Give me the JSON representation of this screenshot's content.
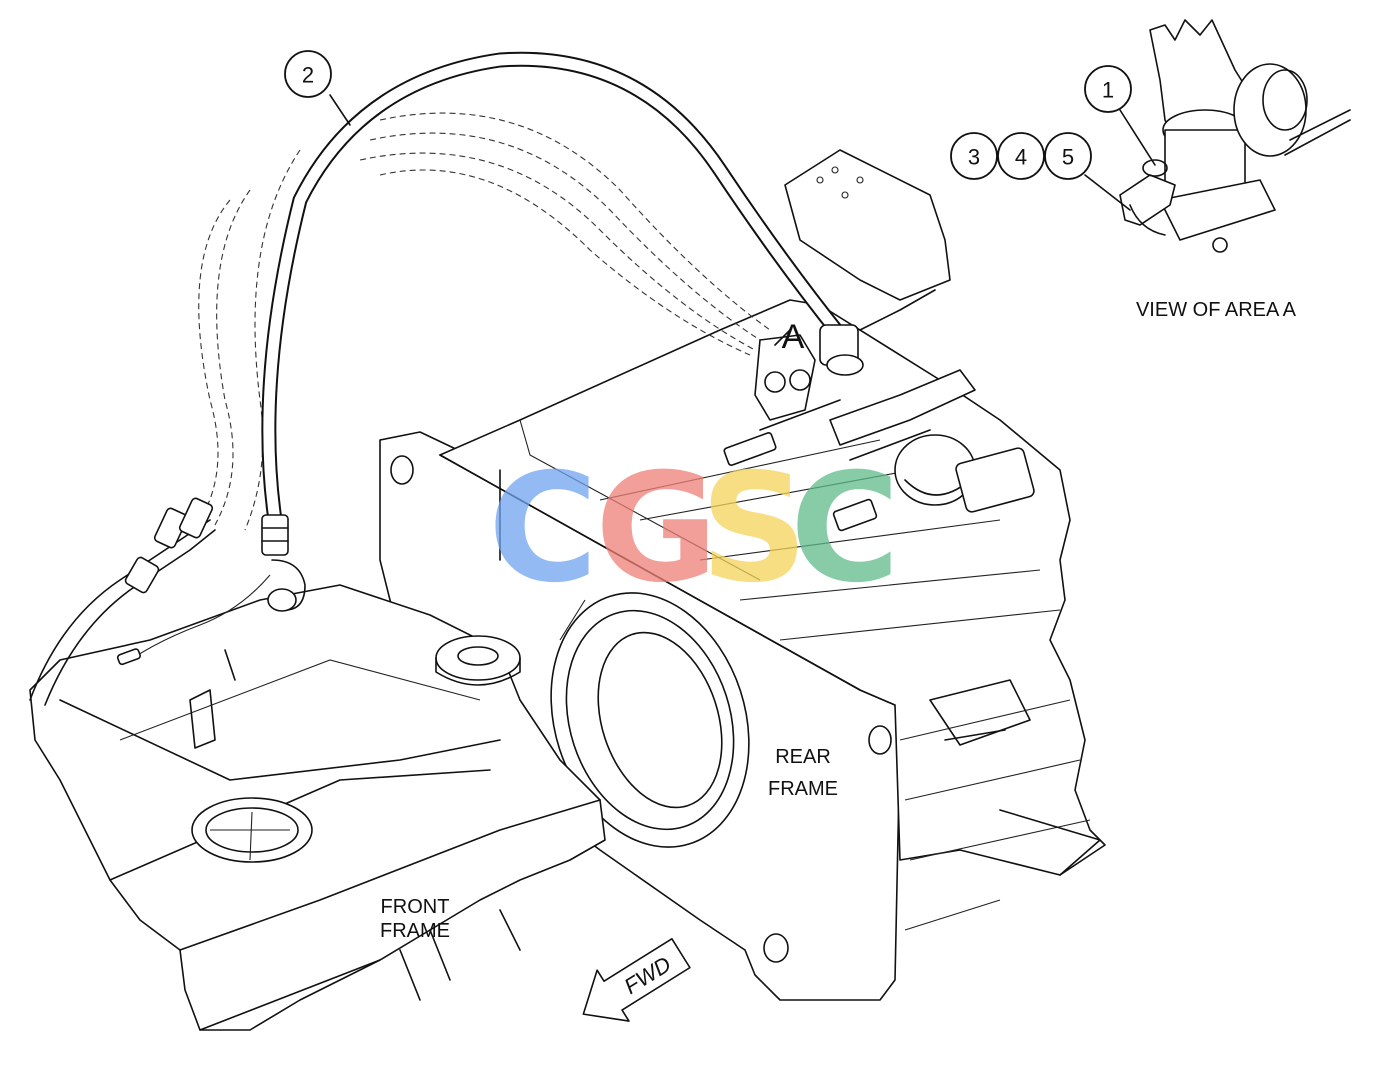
{
  "callouts": [
    {
      "num": "1"
    },
    {
      "num": "2"
    },
    {
      "num": "3"
    },
    {
      "num": "4"
    },
    {
      "num": "5"
    }
  ],
  "labels": {
    "area_marker": "A",
    "view_caption": "VIEW OF AREA A",
    "rear_frame_line1": "REAR",
    "rear_frame_line2": "FRAME",
    "front_frame_line1": "FRONT",
    "front_frame_line2": "FRAME",
    "fwd_arrow": "FWD"
  },
  "watermark": {
    "letters": [
      {
        "char": "C",
        "color": "#6fa3ef"
      },
      {
        "char": "G",
        "color": "#ef7f77"
      },
      {
        "char": "S",
        "color": "#f6d35a"
      },
      {
        "char": "C",
        "color": "#5fba8a"
      }
    ]
  }
}
